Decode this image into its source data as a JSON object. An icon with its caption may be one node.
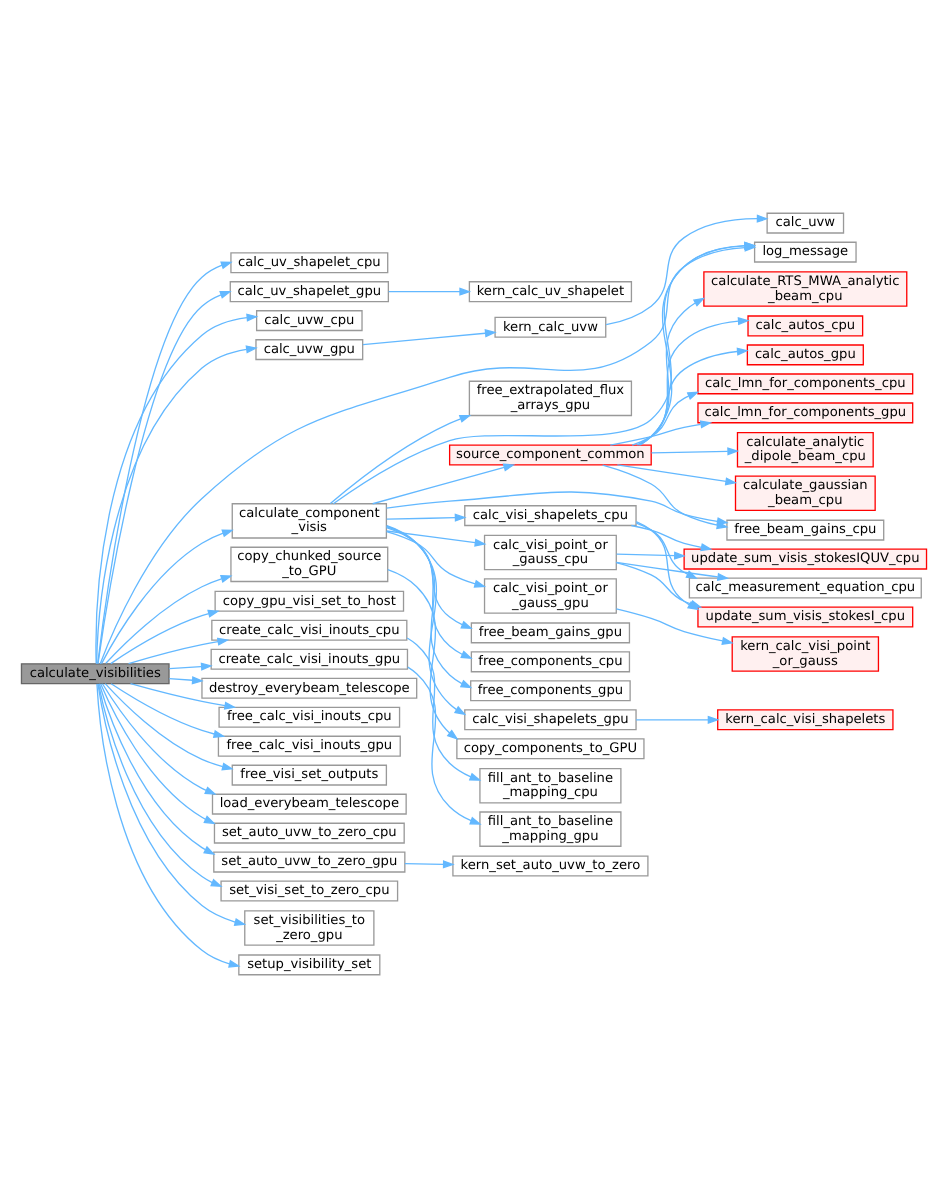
{
  "diagram": {
    "nodes": [
      {
        "text": [
          "calculate_visibilities"
        ]
      },
      {
        "text": [
          "calc_uv_shapelet_cpu"
        ]
      },
      {
        "text": [
          "calc_uv_shapelet_gpu"
        ]
      },
      {
        "text": [
          "calc_uvw_cpu"
        ]
      },
      {
        "text": [
          "calc_uvw_gpu"
        ]
      },
      {
        "text": [
          "calculate_component _visis"
        ]
      },
      {
        "text": [
          "copy_chunked_source _to_GPU"
        ]
      },
      {
        "text": [
          "copy_gpu_visi_set_to_host"
        ]
      },
      {
        "text": [
          "create_calc_visi_inouts_cpu"
        ]
      },
      {
        "text": [
          "create_calc_visi_inouts_gpu"
        ]
      },
      {
        "text": [
          "destroy_everybeam_telescope"
        ]
      },
      {
        "text": [
          "free_calc_visi_inouts_cpu"
        ]
      },
      {
        "text": [
          "free_calc_visi_inouts_gpu"
        ]
      },
      {
        "text": [
          "free_visi_set_outputs"
        ]
      },
      {
        "text": [
          "load_everybeam_telescope"
        ]
      },
      {
        "text": [
          "set_auto_uvw_to_zero_cpu"
        ]
      },
      {
        "text": [
          "set_auto_uvw_to_zero_gpu"
        ]
      },
      {
        "text": [
          "set_visi_set_to_zero_cpu"
        ]
      },
      {
        "text": [
          "set_visibilities_to _zero_gpu"
        ]
      },
      {
        "text": [
          "setup_visibility_set"
        ]
      },
      {
        "text": [
          "kern_calc_uv_shapelet"
        ]
      },
      {
        "text": [
          "kern_calc_uvw"
        ]
      },
      {
        "text": [
          "free_extrapolated_flux _arrays_gpu"
        ]
      },
      {
        "text": [
          "source_component_common"
        ]
      },
      {
        "text": [
          "calc_visi_shapelets_cpu"
        ]
      },
      {
        "text": [
          "calc_visi_point_or _gauss_cpu"
        ]
      },
      {
        "text": [
          "calc_visi_point_or _gauss_gpu"
        ]
      },
      {
        "text": [
          "free_beam_gains_gpu"
        ]
      },
      {
        "text": [
          "free_components_cpu"
        ]
      },
      {
        "text": [
          "free_components_gpu"
        ]
      },
      {
        "text": [
          "calc_visi_shapelets_gpu"
        ]
      },
      {
        "text": [
          "copy_components_to_GPU"
        ]
      },
      {
        "text": [
          "fill_ant_to_baseline _mapping_cpu"
        ]
      },
      {
        "text": [
          "fill_ant_to_baseline _mapping_gpu"
        ]
      },
      {
        "text": [
          "kern_set_auto_uvw_to_zero"
        ]
      },
      {
        "text": [
          "calc_uvw"
        ]
      },
      {
        "text": [
          "log_message"
        ]
      },
      {
        "text": [
          "calculate_RTS_MWA_analytic _beam_cpu"
        ]
      },
      {
        "text": [
          "calc_autos_cpu"
        ]
      },
      {
        "text": [
          "calc_autos_gpu"
        ]
      },
      {
        "text": [
          "calc_lmn_for_components_cpu"
        ]
      },
      {
        "text": [
          "calc_lmn_for_components_gpu"
        ]
      },
      {
        "text": [
          "calculate_analytic _dipole_beam_cpu"
        ]
      },
      {
        "text": [
          "calculate_gaussian _beam_cpu"
        ]
      },
      {
        "text": [
          "free_beam_gains_cpu"
        ]
      },
      {
        "text": [
          "update_sum_visis_stokesIQUV_cpu"
        ]
      },
      {
        "text": [
          "calc_measurement_equation_cpu"
        ]
      },
      {
        "text": [
          "update_sum_visis_stokesI_cpu"
        ]
      },
      {
        "text": [
          "kern_calc_visi_point _or_gauss"
        ]
      },
      {
        "text": [
          "kern_calc_visi_shapelets"
        ]
      }
    ],
    "edges": [
      {
        "from": 0,
        "to": 1,
        "arrow": "to"
      },
      {
        "from": 0,
        "to": 2,
        "arrow": "to"
      },
      {
        "from": 0,
        "to": 3,
        "arrow": "to"
      },
      {
        "from": 0,
        "to": 4,
        "arrow": "to"
      },
      {
        "from": 0,
        "to": 36,
        "arrow": "to"
      },
      {
        "from": 0,
        "to": 5,
        "arrow": "to"
      },
      {
        "from": 0,
        "to": 6,
        "arrow": "to"
      },
      {
        "from": 0,
        "to": 7,
        "arrow": "to"
      },
      {
        "from": 0,
        "to": 8,
        "arrow": "to"
      },
      {
        "from": 0,
        "to": 9,
        "arrow": "to"
      },
      {
        "from": 0,
        "to": 10,
        "arrow": "to"
      },
      {
        "from": 0,
        "to": 11,
        "arrow": "to"
      },
      {
        "from": 0,
        "to": 12,
        "arrow": "to"
      },
      {
        "from": 0,
        "to": 13,
        "arrow": "to"
      },
      {
        "from": 0,
        "to": 14,
        "arrow": "to"
      },
      {
        "from": 0,
        "to": 15,
        "arrow": "to"
      },
      {
        "from": 0,
        "to": 16,
        "arrow": "to"
      },
      {
        "from": 0,
        "to": 17,
        "arrow": "to"
      },
      {
        "from": 0,
        "to": 18,
        "arrow": "to"
      },
      {
        "from": 0,
        "to": 19,
        "arrow": "to"
      },
      {
        "from": 2,
        "to": 20,
        "arrow": "to"
      },
      {
        "from": 4,
        "to": 21,
        "arrow": "to"
      },
      {
        "from": 21,
        "to": 35,
        "arrow": "to"
      },
      {
        "from": 5,
        "to": 36,
        "arrow": "to"
      },
      {
        "from": 5,
        "to": 22,
        "arrow": "to"
      },
      {
        "from": 5,
        "to": 23,
        "arrow": "to"
      },
      {
        "from": 5,
        "to": 24,
        "arrow": "to"
      },
      {
        "from": 5,
        "to": 44,
        "arrow": "to"
      },
      {
        "from": 5,
        "to": 25,
        "arrow": "to"
      },
      {
        "from": 5,
        "to": 26,
        "arrow": "to"
      },
      {
        "from": 5,
        "to": 27,
        "arrow": "to"
      },
      {
        "from": 5,
        "to": 28,
        "arrow": "to"
      },
      {
        "from": 5,
        "to": 29,
        "arrow": "to"
      },
      {
        "from": 5,
        "to": 30,
        "arrow": "to"
      },
      {
        "from": 6,
        "to": 31,
        "arrow": "to"
      },
      {
        "from": 8,
        "to": 32,
        "arrow": "to"
      },
      {
        "from": 9,
        "to": 33,
        "arrow": "to"
      },
      {
        "from": 16,
        "to": 34,
        "arrow": "to"
      },
      {
        "from": 23,
        "to": 36,
        "arrow": "to"
      },
      {
        "from": 23,
        "to": 37,
        "arrow": "to"
      },
      {
        "from": 23,
        "to": 38,
        "arrow": "to"
      },
      {
        "from": 23,
        "to": 39,
        "arrow": "to"
      },
      {
        "from": 23,
        "to": 40,
        "arrow": "to"
      },
      {
        "from": 23,
        "to": 41,
        "arrow": "to"
      },
      {
        "from": 23,
        "to": 42,
        "arrow": "to"
      },
      {
        "from": 23,
        "to": 43,
        "arrow": "to"
      },
      {
        "from": 23,
        "to": 44,
        "arrow": "to"
      },
      {
        "from": 24,
        "to": 45,
        "arrow": "to"
      },
      {
        "from": 24,
        "to": 46,
        "arrow": "to"
      },
      {
        "from": 24,
        "to": 47,
        "arrow": "to"
      },
      {
        "from": 25,
        "to": 45,
        "arrow": "to"
      },
      {
        "from": 25,
        "to": 46,
        "arrow": "to"
      },
      {
        "from": 25,
        "to": 47,
        "arrow": "to"
      },
      {
        "from": 26,
        "to": 48,
        "arrow": "to"
      },
      {
        "from": 30,
        "to": 49,
        "arrow": "to"
      }
    ]
  }
}
